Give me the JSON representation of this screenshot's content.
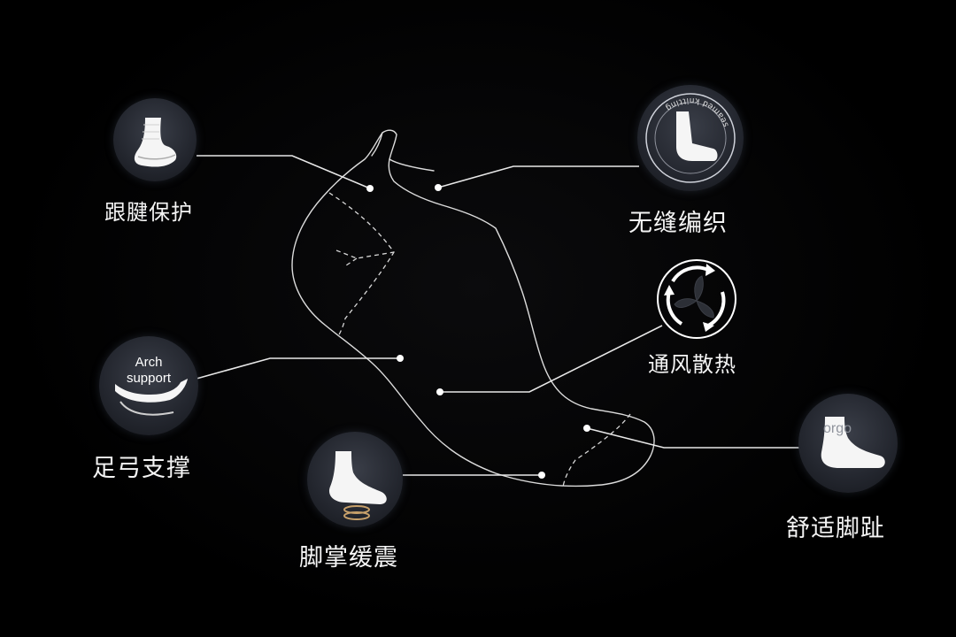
{
  "features": {
    "heel": {
      "label": "跟腱保护",
      "icon": "heel-icon"
    },
    "seamless": {
      "label": "无缝编织",
      "icon": "seamless-knitting-icon",
      "ring_text": "seamed knitting"
    },
    "ventilation": {
      "label": "通风散热",
      "icon": "ventilation-fan-icon"
    },
    "arch": {
      "label": "足弓支撑",
      "icon": "arch-support-icon",
      "badge_text_line1": "Arch",
      "badge_text_line2": "support"
    },
    "cushion": {
      "label": "脚掌缓震",
      "icon": "foot-cushion-icon"
    },
    "toe": {
      "label": "舒适脚趾",
      "icon": "toe-icon",
      "badge_text": "orgo"
    }
  },
  "colors": {
    "background": "#000000",
    "line": "#e6e6e6",
    "badge": "#2a2d35"
  }
}
